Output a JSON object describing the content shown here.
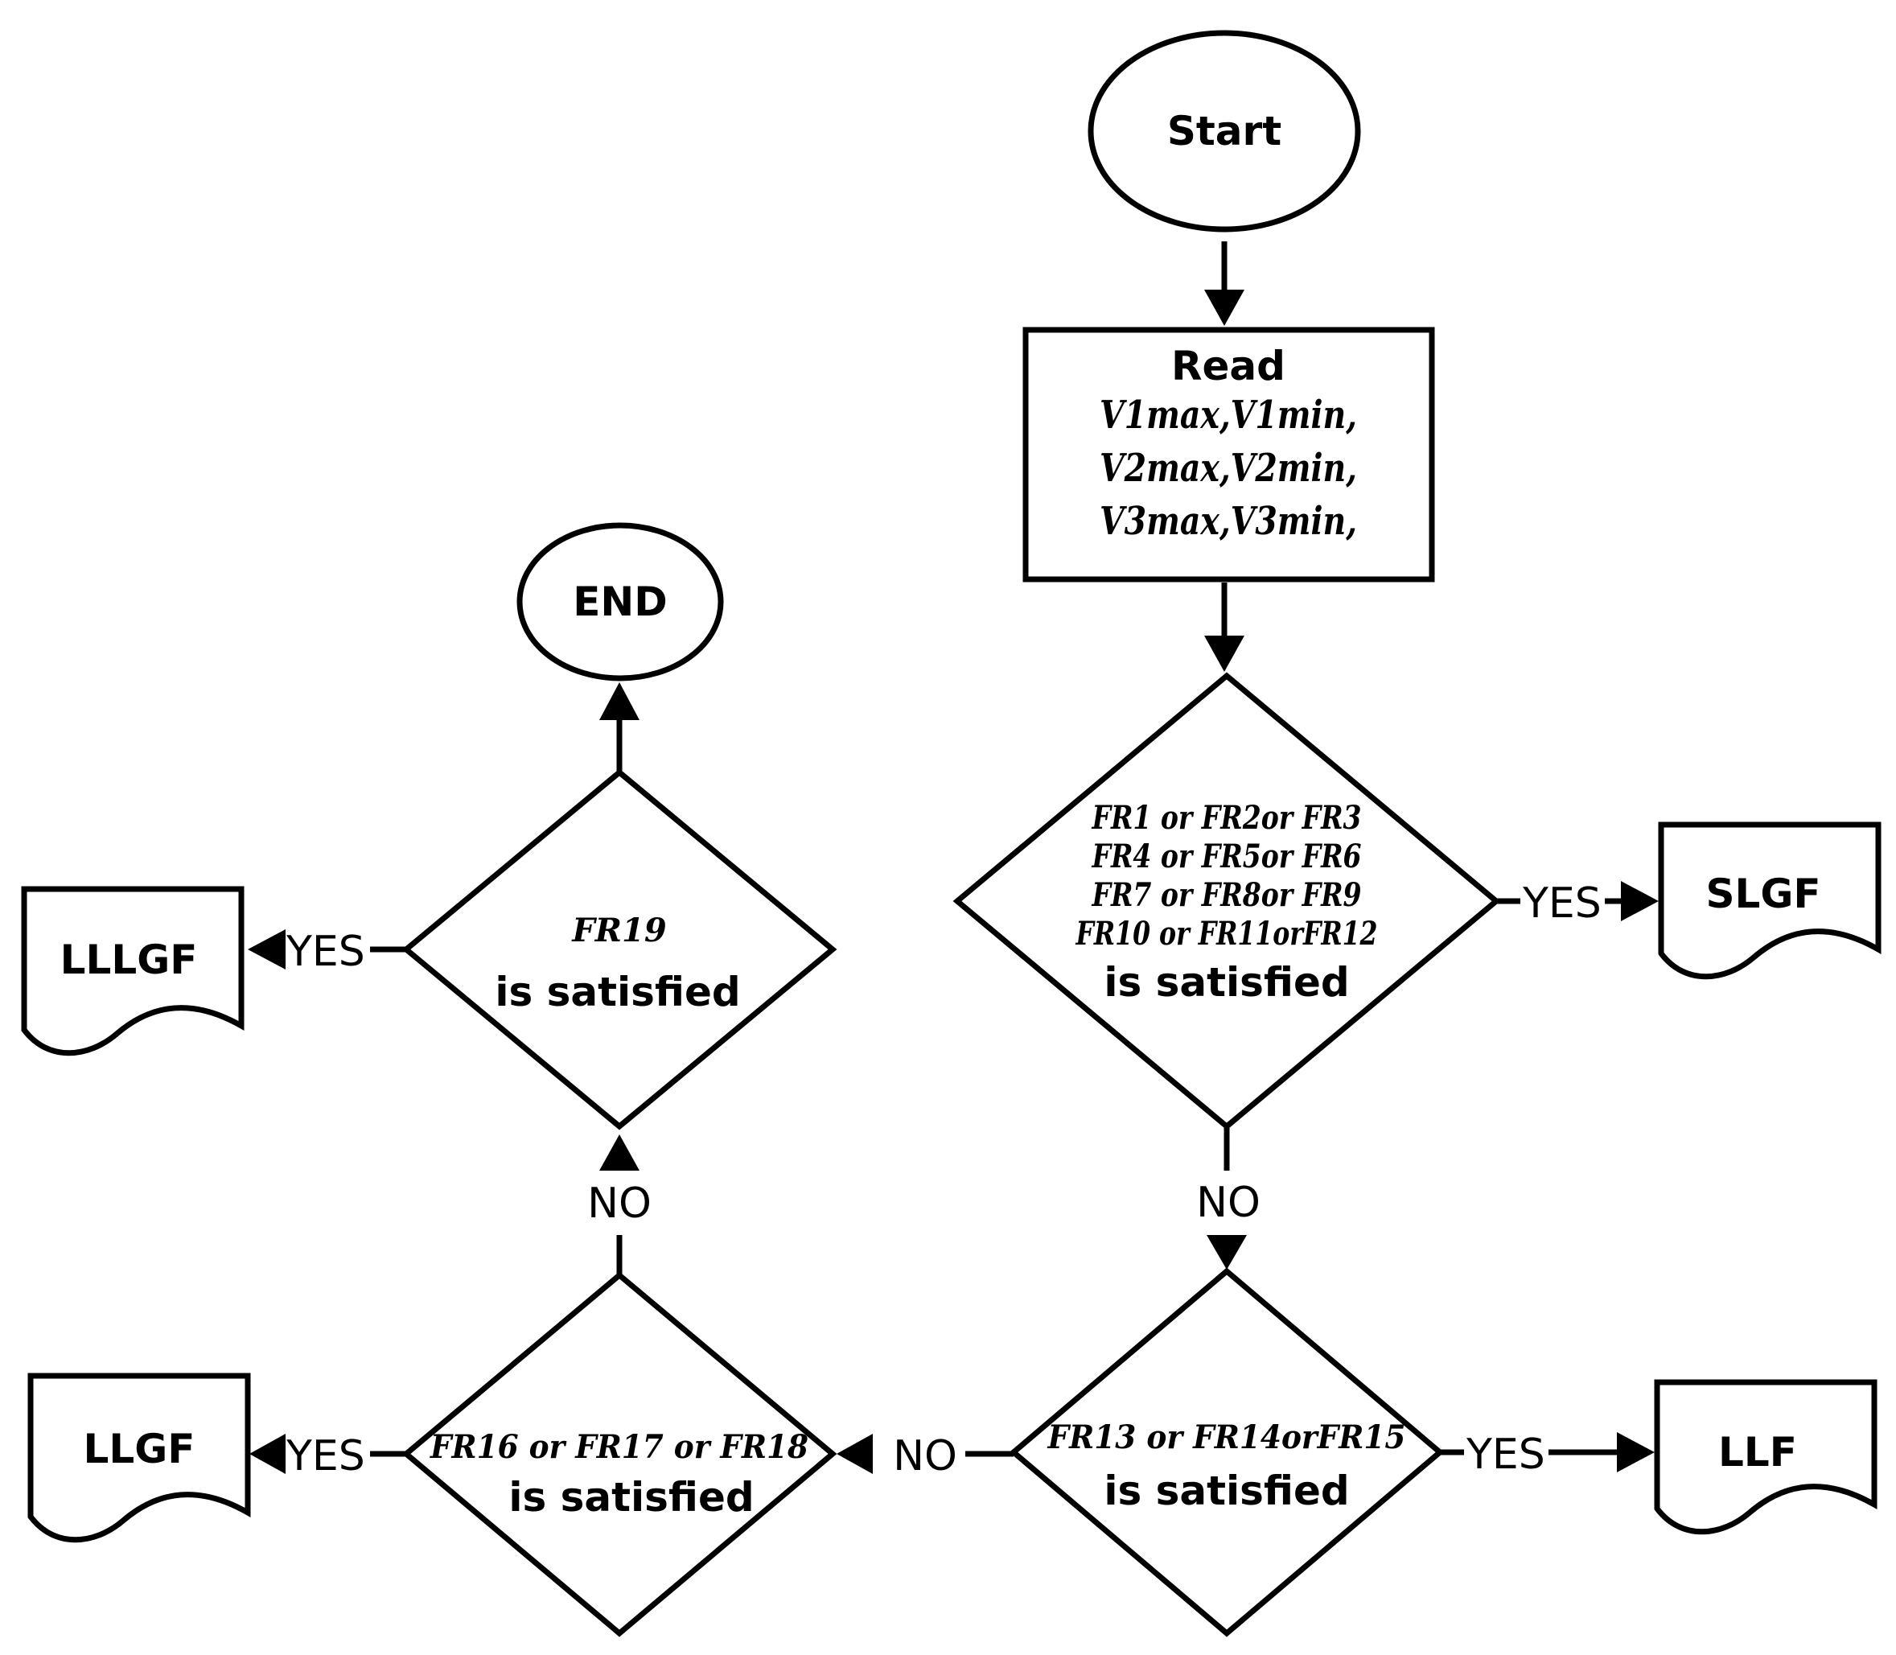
{
  "nodes": {
    "start": "Start",
    "read": {
      "title": "Read",
      "line1": "V1max,V1min,",
      "line2": "V2max,V2min,",
      "line3": "V3max,V3min,"
    },
    "end": "END",
    "d1": {
      "line1": "FR1 or FR2or FR3",
      "line2": "FR4 or FR5or FR6",
      "line3": "FR7 or FR8or FR9",
      "line4": "FR10 or FR11orFR12",
      "label": "is satisfied"
    },
    "d2": {
      "line1": "FR13 or FR14orFR15",
      "label": "is satisfied"
    },
    "d3": {
      "line1": "FR16 or FR17 or FR18",
      "label": "is satisfied"
    },
    "d4": {
      "line1": "FR19",
      "label": "is satisfied"
    },
    "slgf": "SLGF",
    "llf": "LLF",
    "llgf": "LLGF",
    "lllgf": "LLLGF"
  },
  "edges": {
    "d1_yes": "YES",
    "d1_no": "NO",
    "d2_yes": "YES",
    "d2_no": "NO",
    "d3_yes": "YES",
    "d3_no": "NO",
    "d4_yes": "YES"
  }
}
